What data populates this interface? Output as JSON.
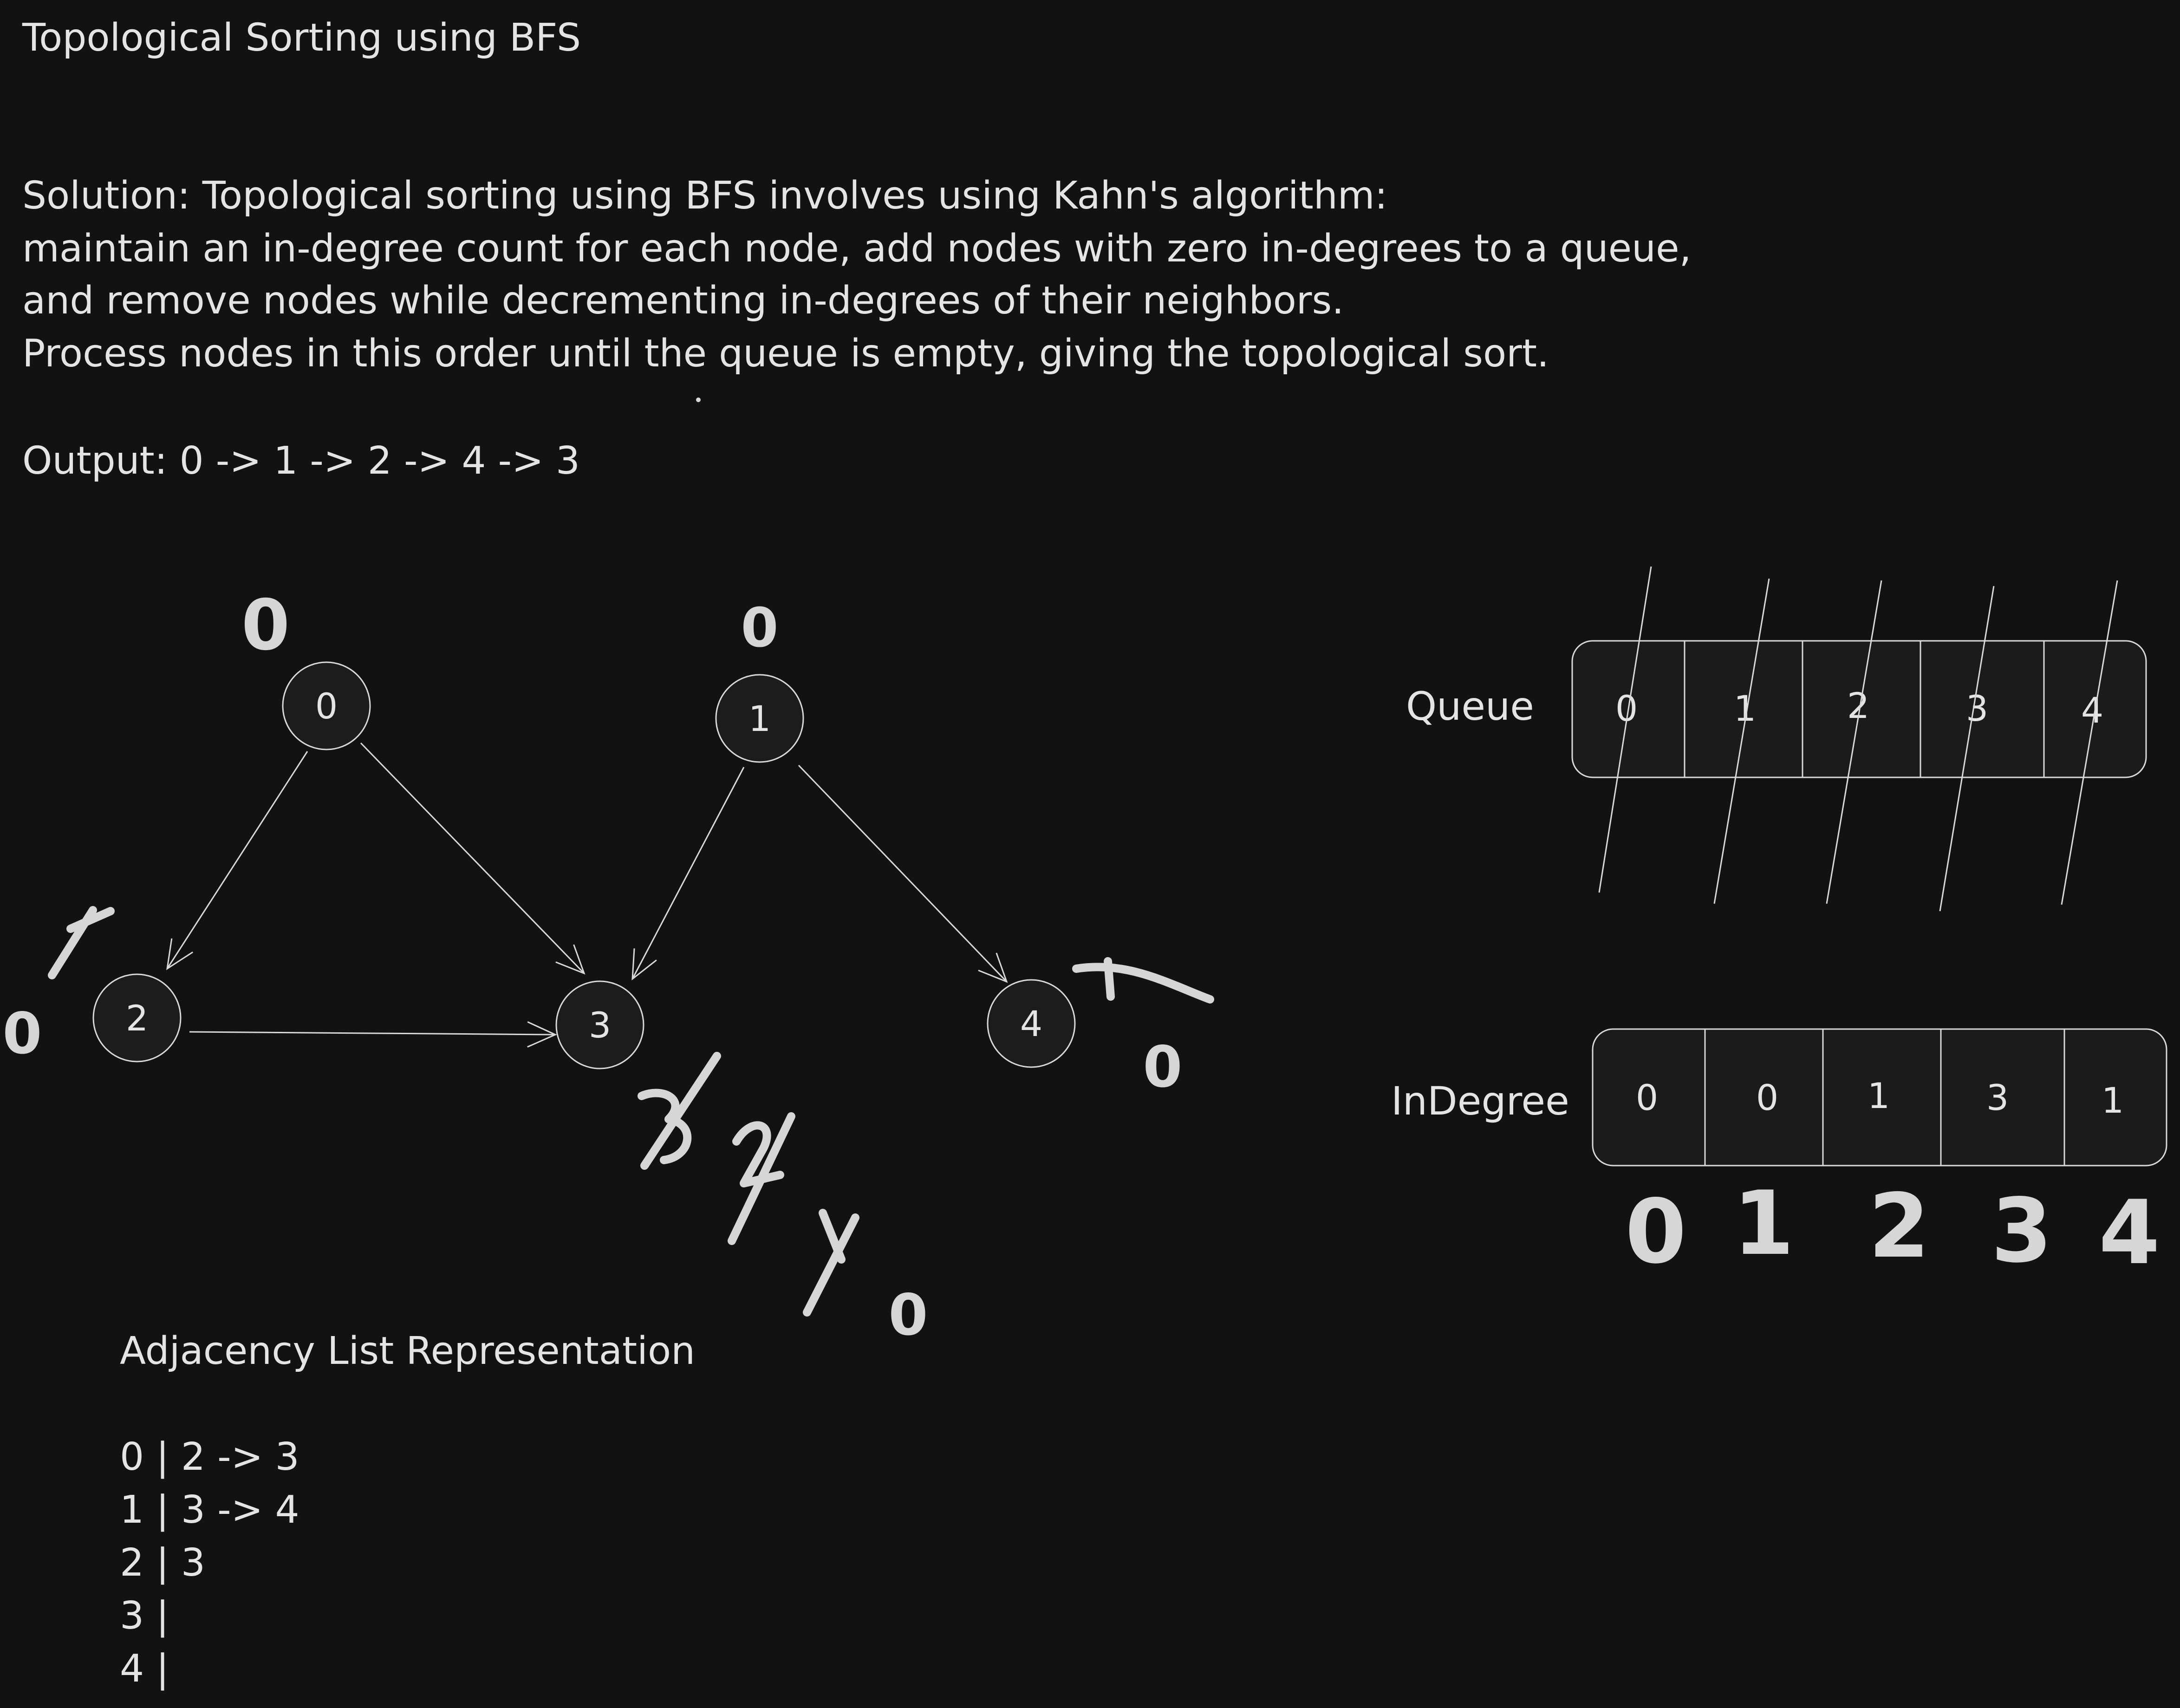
{
  "title": "Topological Sorting using BFS",
  "solution_lines": [
    "Solution: Topological sorting using BFS involves using Kahn's algorithm:",
    "maintain an in-degree count for each node, add nodes with zero in-degrees to a queue,",
    "and remove nodes while decrementing in-degrees of their neighbors.",
    "Process nodes in this order until the queue is empty, giving the topological sort."
  ],
  "output": "Output: 0 -> 1 -> 2 -> 4 -> 3",
  "graph": {
    "nodes": [
      "0",
      "1",
      "2",
      "3",
      "4"
    ],
    "edges": [
      [
        "0",
        "2"
      ],
      [
        "0",
        "3"
      ],
      [
        "1",
        "3"
      ],
      [
        "1",
        "4"
      ],
      [
        "2",
        "3"
      ]
    ],
    "annotations": {
      "node0": "0",
      "node1": "0",
      "node2": "0",
      "node4": "0",
      "node3": "0"
    }
  },
  "queue": {
    "label": "Queue",
    "cells": [
      "0",
      "1",
      "2",
      "3",
      "4"
    ]
  },
  "indegree": {
    "label": "InDegree",
    "cells": [
      "0",
      "0",
      "1",
      "3",
      "1"
    ],
    "index_labels": [
      "0",
      "1",
      "2",
      "3",
      "4"
    ]
  },
  "adjacency": {
    "heading": "Adjacency List Representation",
    "rows": [
      "0 |  2 -> 3",
      "1 |  3 -> 4",
      "2 |  3",
      "3 |",
      "4 |"
    ]
  },
  "colors": {
    "background": "#121212",
    "stroke": "#d9d9d9",
    "text": "#e4e4e4"
  }
}
